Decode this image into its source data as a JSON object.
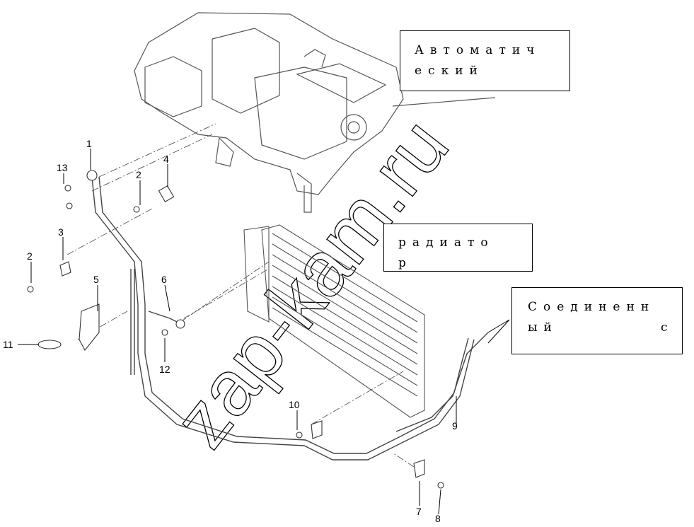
{
  "labels": {
    "automatic": {
      "line1": "Автоматич",
      "line2": "еский"
    },
    "radiator": {
      "line1": "радиато",
      "line2": "р"
    },
    "connected": {
      "line1": "Соединенн",
      "line2": "ый",
      "line2b": "с"
    }
  },
  "callouts": [
    "1",
    "2",
    "3",
    "4",
    "5",
    "6",
    "7",
    "8",
    "9",
    "10",
    "11",
    "12",
    "13",
    "2"
  ],
  "watermark": "zap-kam.ru"
}
